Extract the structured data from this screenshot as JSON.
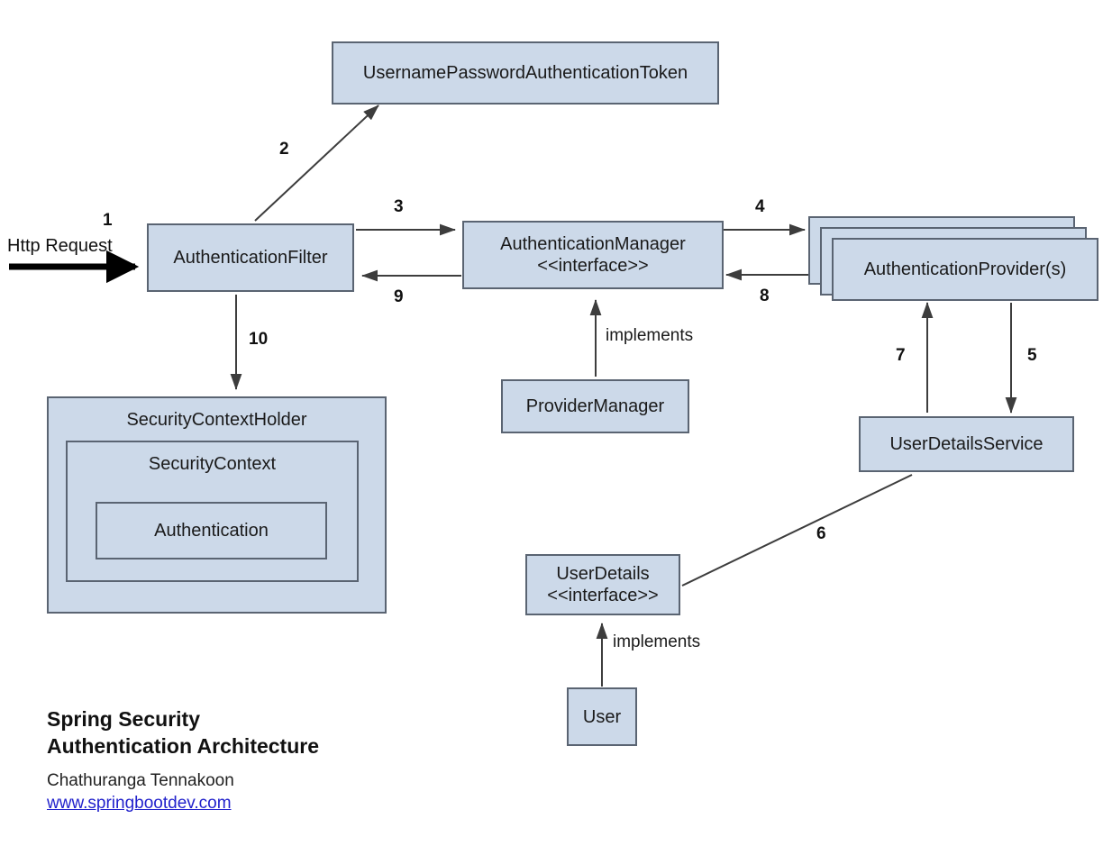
{
  "diagram": {
    "title_lines": [
      "Spring Security",
      "Authentication Architecture"
    ],
    "author": "Chathuranga Tennakoon",
    "website": "www.springbootdev.com",
    "colors": {
      "node_fill": "#ccd9e9",
      "node_border": "#5a6472",
      "edge": "#3d3d3d",
      "link": "#2222cc",
      "text": "#1a1a1a"
    },
    "nodes": [
      {
        "id": "token",
        "label": "UsernamePasswordAuthenticationToken"
      },
      {
        "id": "auth-filter",
        "label": "AuthenticationFilter"
      },
      {
        "id": "auth-manager",
        "label": "AuthenticationManager\n<<interface>>"
      },
      {
        "id": "auth-provider",
        "label": "AuthenticationProvider(s)"
      },
      {
        "id": "provider-manager",
        "label": "ProviderManager"
      },
      {
        "id": "user-details-service",
        "label": "UserDetailsService"
      },
      {
        "id": "user-details",
        "label": "UserDetails\n<<interface>>"
      },
      {
        "id": "user",
        "label": "User"
      },
      {
        "id": "security-context-holder",
        "label": "SecurityContextHolder"
      },
      {
        "id": "security-context",
        "label": "SecurityContext"
      },
      {
        "id": "authentication",
        "label": "Authentication"
      }
    ],
    "edges": [
      {
        "id": "e1",
        "label": "1",
        "from": "http-request",
        "to": "auth-filter"
      },
      {
        "id": "e2",
        "label": "2",
        "from": "auth-filter",
        "to": "token"
      },
      {
        "id": "e3",
        "label": "3",
        "from": "auth-filter",
        "to": "auth-manager"
      },
      {
        "id": "e4",
        "label": "4",
        "from": "auth-manager",
        "to": "auth-provider"
      },
      {
        "id": "e5",
        "label": "5",
        "from": "auth-provider",
        "to": "user-details-service"
      },
      {
        "id": "e6",
        "label": "6",
        "from": "user-details",
        "to": "user-details-service"
      },
      {
        "id": "e7",
        "label": "7",
        "from": "user-details-service",
        "to": "auth-provider"
      },
      {
        "id": "e8",
        "label": "8",
        "from": "auth-provider",
        "to": "auth-manager"
      },
      {
        "id": "e9",
        "label": "9",
        "from": "auth-manager",
        "to": "auth-filter"
      },
      {
        "id": "e10",
        "label": "10",
        "from": "auth-filter",
        "to": "security-context-holder"
      }
    ],
    "annotations": [
      {
        "id": "http-request",
        "label": "Http Request"
      },
      {
        "id": "implements-provider-manager",
        "label": "implements"
      },
      {
        "id": "implements-user",
        "label": "implements"
      }
    ]
  }
}
